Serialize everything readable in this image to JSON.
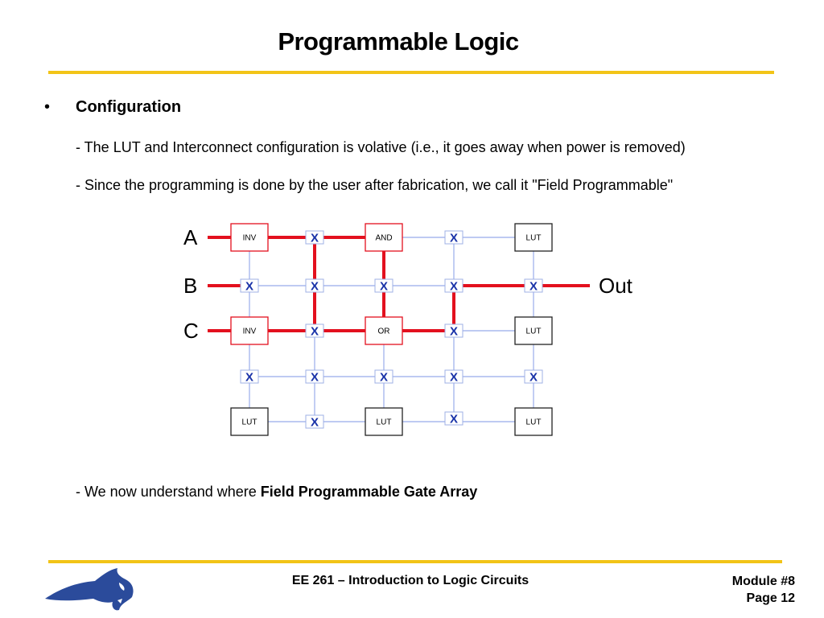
{
  "slide": {
    "title": "Programmable Logic",
    "bullet_symbol": "•",
    "heading": "Configuration",
    "line1": "- The LUT and Interconnect configuration is volative (i.e., it goes away when power is removed)",
    "line2": "- Since the programming is done by the user after fabrication, we call it \"Field Programmable\"",
    "line3_prefix": "- We now understand where ",
    "line3_bold": "Field Programmable Gate Array"
  },
  "diagram": {
    "inputs": [
      "A",
      "B",
      "C"
    ],
    "output": "Out",
    "blocks": [
      {
        "label": "INV",
        "row": 0,
        "col": 0,
        "active": true
      },
      {
        "label": "AND",
        "row": 0,
        "col": 2,
        "active": true
      },
      {
        "label": "LUT",
        "row": 0,
        "col": 4,
        "active": false
      },
      {
        "label": "INV",
        "row": 2,
        "col": 0,
        "active": true
      },
      {
        "label": "OR",
        "row": 2,
        "col": 2,
        "active": true
      },
      {
        "label": "LUT",
        "row": 2,
        "col": 4,
        "active": false
      },
      {
        "label": "LUT",
        "row": 4,
        "col": 0,
        "active": false
      },
      {
        "label": "LUT",
        "row": 4,
        "col": 2,
        "active": false
      },
      {
        "label": "LUT",
        "row": 4,
        "col": 4,
        "active": false
      }
    ],
    "switch_label": "X",
    "switches": [
      {
        "row": 0,
        "col": 1,
        "active": true
      },
      {
        "row": 0,
        "col": 3,
        "active": false
      },
      {
        "row": 1,
        "col": 0,
        "active": false
      },
      {
        "row": 1,
        "col": 1,
        "active": true
      },
      {
        "row": 1,
        "col": 2,
        "active": false
      },
      {
        "row": 1,
        "col": 3,
        "active": true
      },
      {
        "row": 1,
        "col": 4,
        "active": false
      },
      {
        "row": 2,
        "col": 1,
        "active": true
      },
      {
        "row": 2,
        "col": 3,
        "active": true
      },
      {
        "row": 3,
        "col": 0,
        "active": false
      },
      {
        "row": 3,
        "col": 1,
        "active": false
      },
      {
        "row": 3,
        "col": 2,
        "active": false
      },
      {
        "row": 3,
        "col": 3,
        "active": false
      },
      {
        "row": 3,
        "col": 4,
        "active": false
      },
      {
        "row": 4,
        "col": 1,
        "active": false
      },
      {
        "row": 4,
        "col": 3,
        "active": false
      }
    ],
    "colors": {
      "signal": "#e3101e",
      "wire": "#a9b8ee",
      "block_border_active": "#e3101e",
      "block_border": "#222222",
      "switch_border": "#9fb0e6",
      "switch_text": "#1932a8"
    }
  },
  "footer": {
    "course": "EE 261 – Introduction to Logic Circuits",
    "module": "Module #8",
    "page": "Page 12"
  }
}
